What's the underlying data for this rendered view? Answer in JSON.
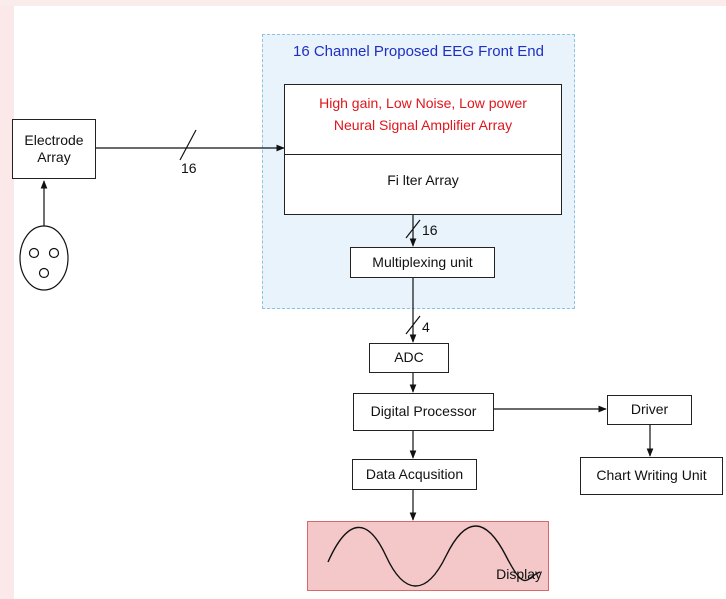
{
  "diagram": {
    "front_end_title": "16 Channel Proposed EEG Front End",
    "electrode_array": {
      "line1": "Electrode",
      "line2": "Array"
    },
    "amplifier": {
      "line1": "High gain, Low Noise, Low power",
      "line2": "Neural Signal Amplifier Array"
    },
    "filter": "Fi lter Array",
    "multiplexer": "Multiplexing unit",
    "adc": "ADC",
    "processor": "Digital Processor",
    "driver": "Driver",
    "chart_writer": "Chart Writing Unit",
    "acquisition": "Data Acqusition",
    "display": "Display",
    "bus_labels": {
      "electrode_to_amp": "16",
      "filter_to_mux": "16",
      "mux_to_adc": "4"
    }
  },
  "colors": {
    "front_end_fill": "#e8f3fb",
    "front_end_border": "#8cc1e8",
    "title_blue": "#1f2fc2",
    "amplifier_red": "#e0161c",
    "display_fill": "#f4c8c8"
  }
}
